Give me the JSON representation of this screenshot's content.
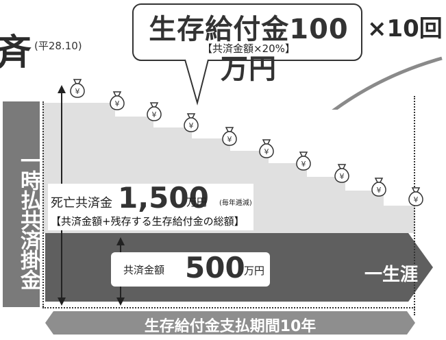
{
  "title": {
    "kanji": "斉",
    "date": "(平28.10)"
  },
  "callout": {
    "main": "生存給付金100万円",
    "sub": "【共済金額×20%】",
    "times": "×10回"
  },
  "left_bar": {
    "text": "一時払共済掛金"
  },
  "death_benefit": {
    "label": "死亡共済金",
    "amount": "1,500",
    "unit": "万円",
    "note": "(毎年逓減)",
    "sub": "【共済金額+残存する生存給付金の総額】"
  },
  "band": {
    "label": "共済金額",
    "amount": "500",
    "unit": "万円",
    "right_label": "一生涯"
  },
  "bottom": {
    "text": "生存給付金支払期間10年"
  },
  "bag_symbol": "¥",
  "colors": {
    "dark_band": "#5f5f5f",
    "light_area": "#e0e0e0",
    "left_bar": "#7a7a7a"
  }
}
